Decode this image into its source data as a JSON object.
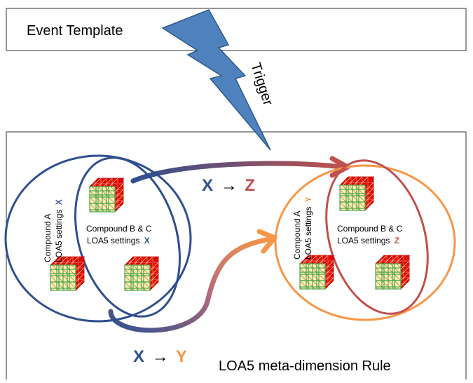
{
  "event_template": {
    "label": "Event Template"
  },
  "trigger": {
    "label": "Trigger"
  },
  "left_group": {
    "outer_label_line1": "Compound A",
    "outer_label_line2": "LOA5 settings",
    "outer_setting": "X",
    "inner_label_line1": "Compound  B & C",
    "inner_label_line2": "LOA5 settings",
    "inner_setting": "X"
  },
  "right_group": {
    "outer_label_line1": "Compound A",
    "outer_label_line2": "LOA5 settings",
    "outer_setting": "Y",
    "inner_label_line1": "Compound  B & C",
    "inner_label_line2": "LOA5 settings",
    "inner_setting": "Z"
  },
  "transition_xz": {
    "from": "X",
    "arrow": "→",
    "to": "Z"
  },
  "transition_xy": {
    "from": "X",
    "arrow": "→",
    "to": "Y"
  },
  "rule": {
    "label": "LOA5 meta-dimension Rule"
  },
  "colors": {
    "blue": "#2f4f8f",
    "red": "#c0504d",
    "orange": "#f79646",
    "trigger_blue": "#4f81bd",
    "cube_green": "#9bbb59",
    "cube_red": "#e00000"
  }
}
